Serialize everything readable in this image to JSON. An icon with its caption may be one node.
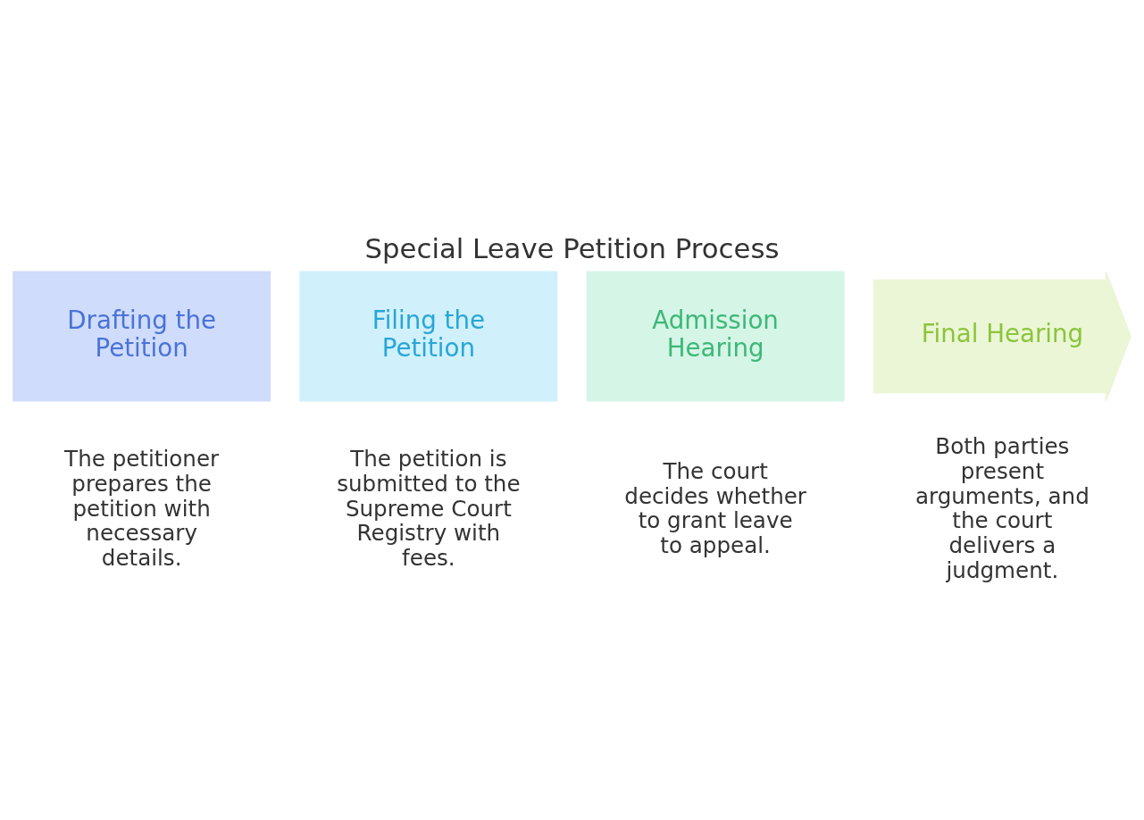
{
  "diagram": {
    "title": "Special Leave Petition Process",
    "nodes": [
      {
        "text": [
          "Drafting the Petition"
        ],
        "beside": [
          "The petitioner prepares the petition with necessary details."
        ]
      },
      {
        "text": [
          "Filing the Petition"
        ],
        "beside": [
          "The petition is submitted to the Supreme Court Registry with fees."
        ]
      },
      {
        "text": [
          "Admission Hearing"
        ],
        "beside": [
          "The court decides whether to grant leave to appeal."
        ]
      },
      {
        "text": [
          "Final Hearing"
        ],
        "beside": [
          "Both parties present arguments, and the court delivers a judgment."
        ]
      }
    ],
    "edges": []
  }
}
